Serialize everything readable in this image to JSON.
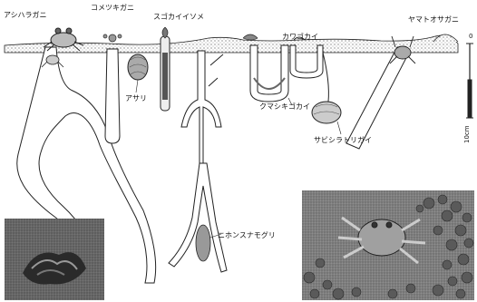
{
  "labels": {
    "ashiharagani": "アシハラガニ",
    "kometsukigani": "コメツキガニ",
    "sugokaiisome": "スゴカイイソメ",
    "asari": "アサリ",
    "kawagokai": "カワゴカイ",
    "kumashikigokai": "クマシキゴカイ",
    "yamatoosagani": "ヤマトオサガニ",
    "sabishiratorigai": "サビシラトリガイ",
    "nihonsunamoguri": "ニホンスナモグリ"
  },
  "scale": {
    "top": "0",
    "bottom": "10cm"
  },
  "photos": {
    "left": "sand-pellet-mound-photo",
    "right": "crab-among-sand-balls-photo"
  },
  "colors": {
    "ink": "#1a1a1a",
    "sand": "#d9d9d9"
  }
}
